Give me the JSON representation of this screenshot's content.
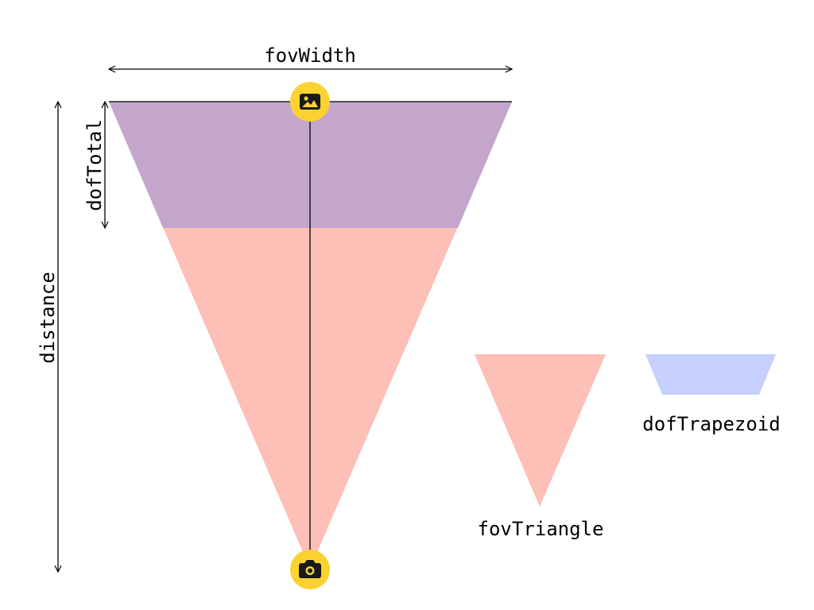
{
  "labels": {
    "fov_width": "fovWidth",
    "dof_total": "dofTotal",
    "distance": "distance",
    "fov_triangle": "fovTriangle",
    "dof_trapezoid": "dofTrapezoid"
  },
  "icons": {
    "subject": "image-icon",
    "camera": "camera-icon"
  },
  "colors": {
    "fov_triangle": "#fdc0b6",
    "dof_trapezoid_overlay": "#c4a6cd",
    "dof_trapezoid_legend": "#c5d0fd",
    "icon_circle": "#fcd232",
    "icon_glyph": "#1a1a1a"
  }
}
